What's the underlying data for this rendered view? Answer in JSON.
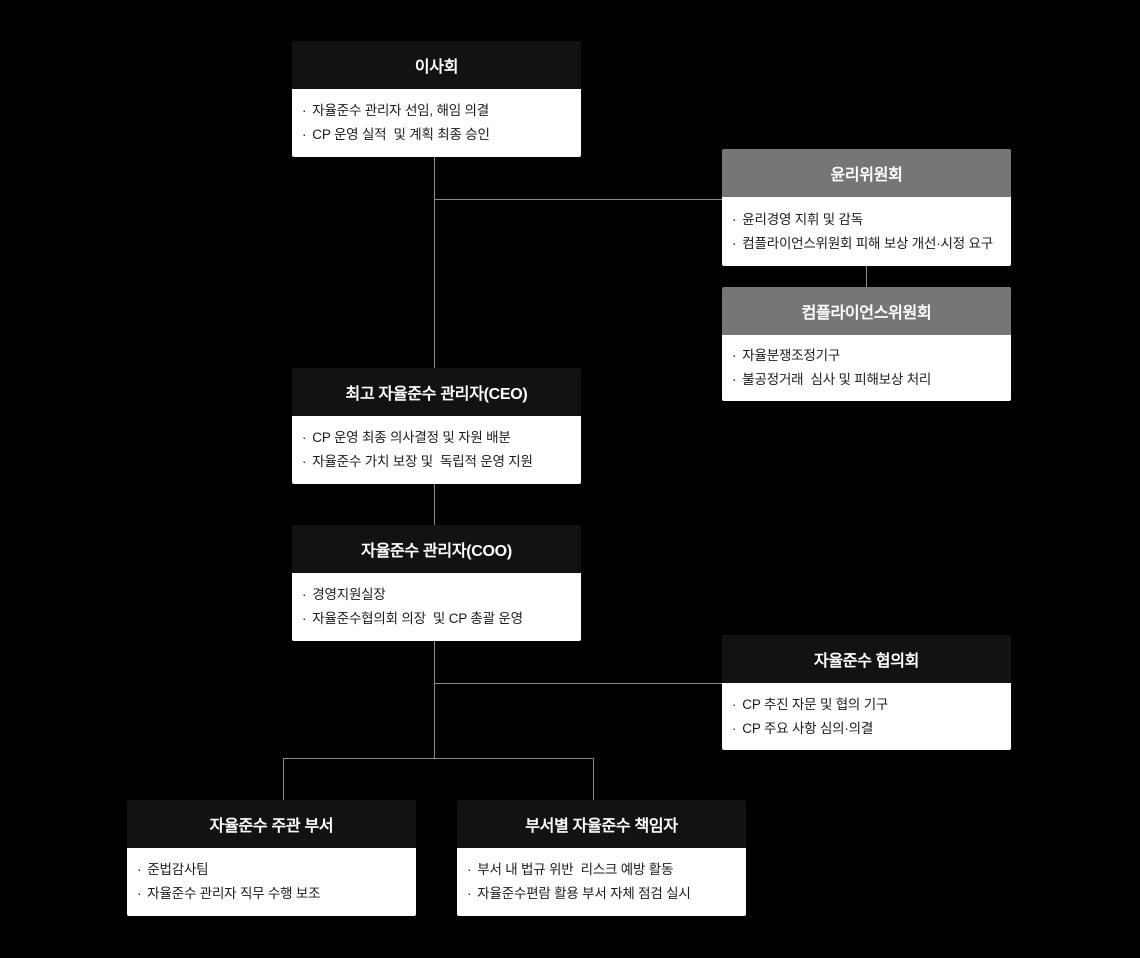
{
  "bullet_char": "·",
  "colors": {
    "canvas_bg": "#000000",
    "dark_header": "#121212",
    "gray_header": "#767676",
    "body_bg": "#ffffff",
    "body_text": "#1b1b1b",
    "header_text": "#ffffff",
    "line_color": "#8a8a8a"
  },
  "nodes": [
    {
      "id": "board",
      "variant": "dark",
      "title": "이사회",
      "items": [
        "자율준수 관리자 선임, 해임 의결",
        "CP 운영 실적  및 계획 최종 승인"
      ]
    },
    {
      "id": "ethics-committee",
      "variant": "gray",
      "title": "윤리위원회",
      "items": [
        "윤리경영 지휘 및 감독",
        "컴플라이언스위원회 피해 보상 개선·시정 요구"
      ]
    },
    {
      "id": "compliance-committee",
      "variant": "gray",
      "title": "컴플라이언스위원회",
      "items": [
        "자율분쟁조정기구",
        "불공정거래  심사 및 피해보상 처리"
      ]
    },
    {
      "id": "ceo",
      "variant": "dark",
      "title": "최고 자율준수 관리자(CEO)",
      "items": [
        "CP 운영 최종 의사결정 및 자원 배분",
        "자율준수 가치 보장 및  독립적 운영 지원"
      ]
    },
    {
      "id": "coo",
      "variant": "dark",
      "title": "자율준수 관리자(COO)",
      "items": [
        "경영지원실장",
        "자율준수협의회 의장  및 CP 총괄 운영"
      ]
    },
    {
      "id": "council",
      "variant": "dark",
      "title": "자율준수 협의회",
      "items": [
        "CP 추진 자문 및 협의 기구",
        "CP 주요 사항 심의·의결"
      ]
    },
    {
      "id": "lead-department",
      "variant": "dark",
      "title": "자율준수 주관 부서",
      "items": [
        "준법감사팀",
        "자율준수 관리자 직무 수행 보조"
      ]
    },
    {
      "id": "department-managers",
      "variant": "dark",
      "title": "부서별 자율준수 책임자",
      "items": [
        "부서 내 법규 위반  리스크 예방 활동",
        "자율준수편람 활용 부서 자체 점검 실시"
      ]
    }
  ]
}
